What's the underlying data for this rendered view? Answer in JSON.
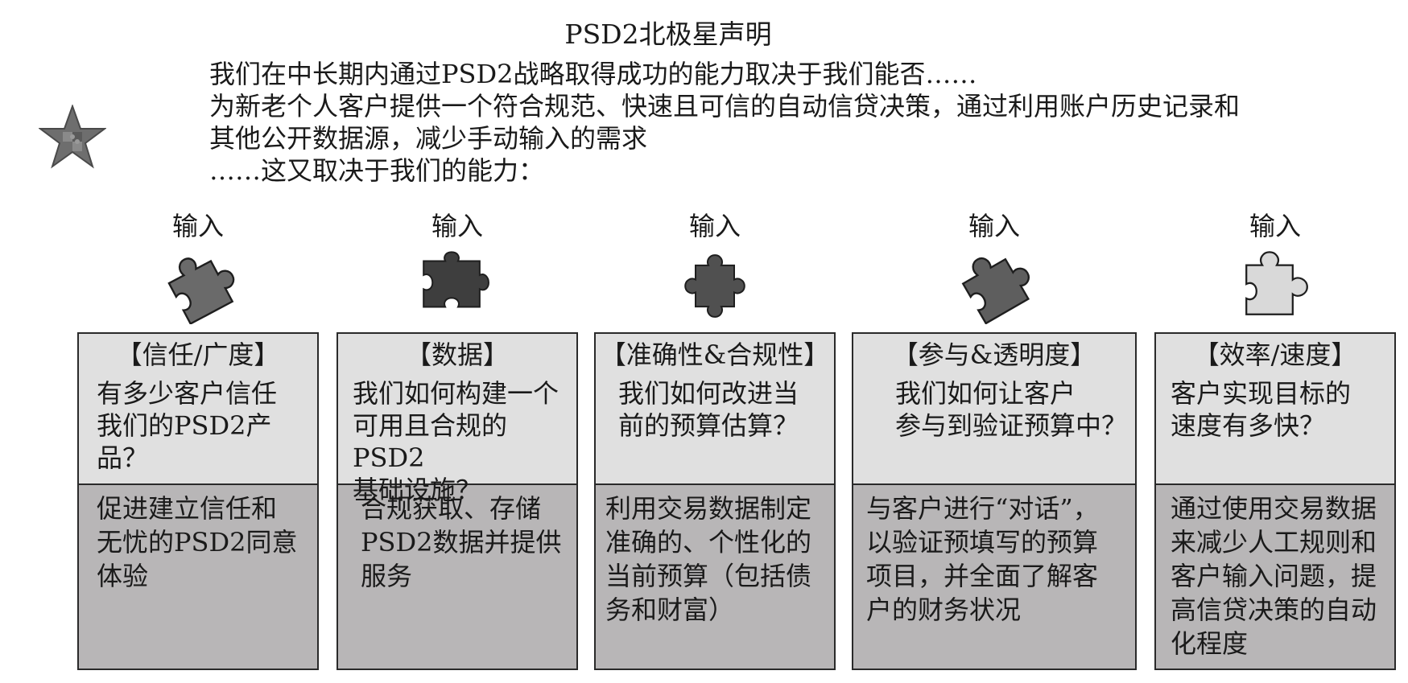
{
  "title": "PSD2北极星声明",
  "intro": [
    "我们在中长期内通过PSD2战略取得成功的能力取决于我们能否……",
    "为新老个人客户提供一个符合规范、快速且可信的自动信贷决策，通过利用账户历史记录和",
    "其他公开数据源，减少手动输入的需求",
    "……这又取决于我们的能力："
  ],
  "columns": [
    {
      "input": "输入",
      "puzzle_color": "#6a6a6a",
      "header": "【信任/广度】",
      "question": [
        "有多少客户信任",
        "我们的PSD2产品？"
      ],
      "answer": [
        "促进建立信任和",
        "无忧的PSD2同意",
        "体验"
      ]
    },
    {
      "input": "输入",
      "puzzle_color": "#3e3e3e",
      "header": "【数据】",
      "question": [
        "我们如何构建一个",
        "可用且合规的PSD2",
        "基础设施？"
      ],
      "answer": [
        "合规获取、存储",
        "PSD2数据并提供",
        "服务"
      ]
    },
    {
      "input": "输入",
      "puzzle_color": "#505050",
      "header": "【准确性&合规性】",
      "question": [
        "我们如何改进当",
        "前的预算估算？"
      ],
      "answer": [
        "利用交易数据制定",
        "准确的、个性化的",
        "当前预算（包括债",
        "务和财富）"
      ]
    },
    {
      "input": "输入",
      "puzzle_color": "#5e5e5e",
      "header": "【参与&透明度】",
      "question": [
        "我们如何让客户",
        "参与到验证预算中？"
      ],
      "answer": [
        "与客户进行“对话”，",
        "以验证预填写的预算",
        "项目，并全面了解客",
        "户的财务状况"
      ]
    },
    {
      "input": "输入",
      "puzzle_color": "#d9d9d9",
      "header": "【效率/速度】",
      "question": [
        "客户实现目标的",
        "速度有多快？"
      ],
      "answer": [
        "通过使用交易数据",
        "来减少人工规则和",
        "客户输入问题，提",
        "高信贷决策的自动",
        "化程度"
      ]
    }
  ]
}
